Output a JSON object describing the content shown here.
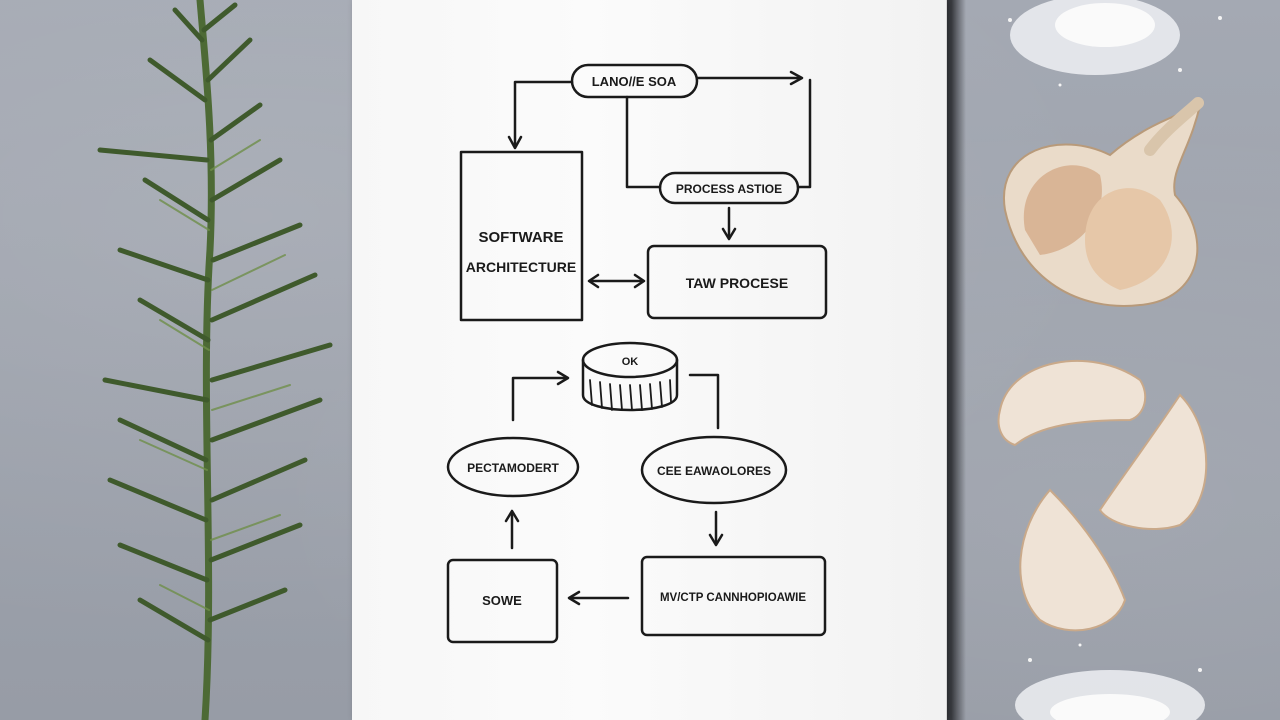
{
  "photo": {
    "colors": {
      "surface": "#9ea3ad",
      "paper": "#f8f8f8",
      "ink": "#1a1a1a",
      "rosemary_dark": "#3f5a2c",
      "rosemary_light": "#6f8f4a",
      "garlic_skin": "#eadbc9",
      "garlic_shade": "#c9a98a",
      "salt": "#f4f4f4"
    },
    "sketch": {
      "top_pill_label": "LANO//E SOA",
      "top_right_pill_label": "PROCESS ASTIOE",
      "left_box_line1": "SOFTWARE",
      "left_box_line2": "ARCHITECTURE",
      "right_box_label": "TAW PROCESE",
      "drum_label": "OK",
      "left_oval_label": "PECTAMODERT",
      "right_oval_label": "CEE EAWAOLORES",
      "bottom_left_box_label": "SOWE",
      "bottom_right_box_label": "MV/CTP CANNHOPIOAWIE"
    }
  }
}
